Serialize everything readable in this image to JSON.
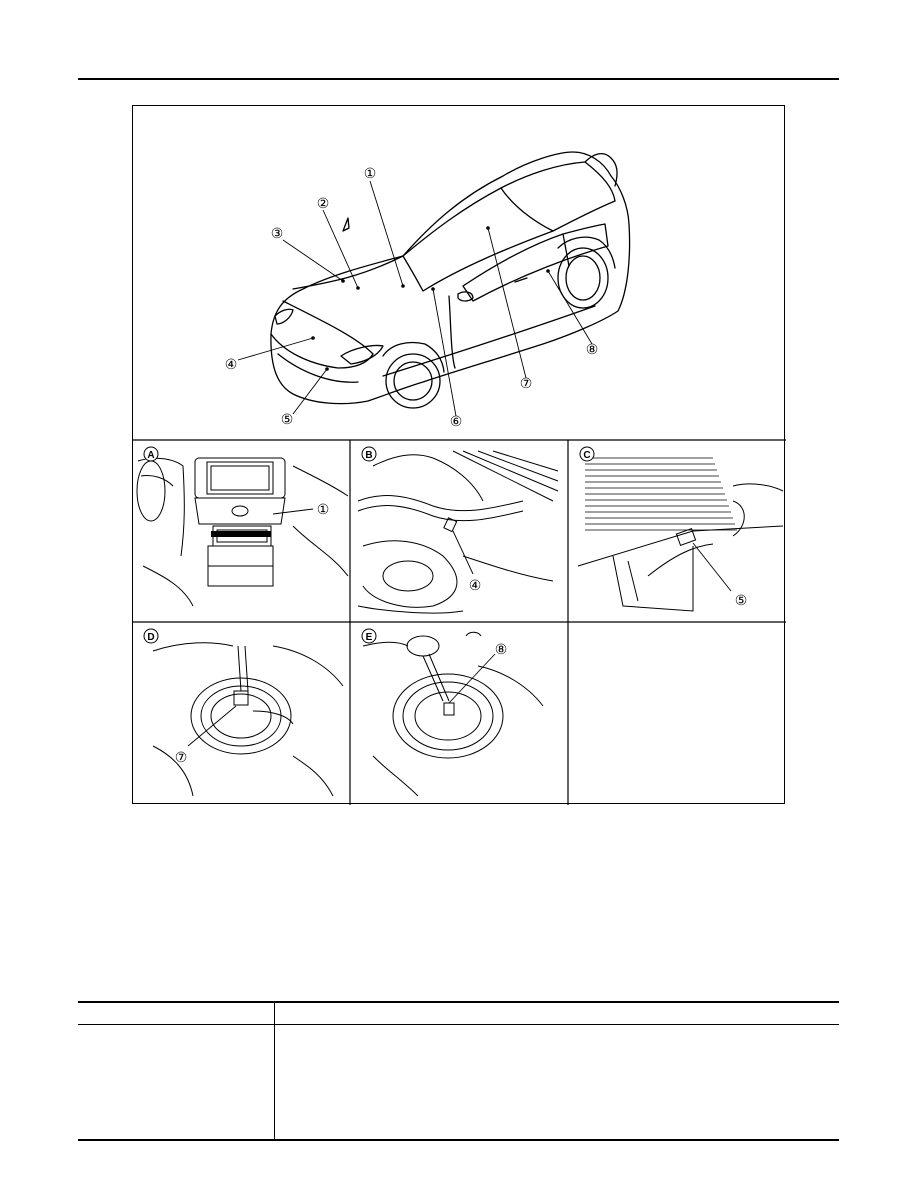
{
  "figure": {
    "main_callouts": [
      "①",
      "②",
      "③",
      "④",
      "⑤",
      "⑥",
      "⑦",
      "⑧"
    ],
    "panels": [
      {
        "letter": "A",
        "callout": "①"
      },
      {
        "letter": "B",
        "callout": "④"
      },
      {
        "letter": "C",
        "callout": "⑤"
      },
      {
        "letter": "D",
        "callout": "⑦"
      },
      {
        "letter": "E",
        "callout": "⑧"
      }
    ]
  },
  "table": {
    "header": [
      "",
      ""
    ],
    "rows": [
      [
        "",
        ""
      ]
    ]
  }
}
